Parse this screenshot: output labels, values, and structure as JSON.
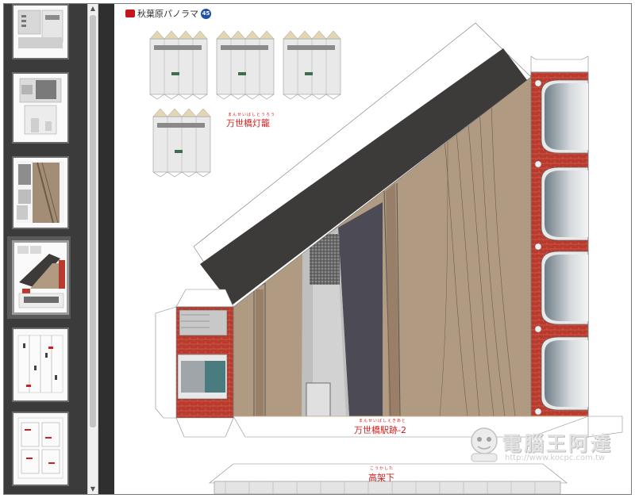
{
  "brand": {
    "title": "秋葉原パノラマ",
    "badge": "45"
  },
  "labels": {
    "lantern": "万世橋灯籠",
    "lantern_ruby": "まんせいばしとうろう",
    "station": "万世橋駅跡-2",
    "station_ruby": "まんせいばしえきあと",
    "elevated": "高架下",
    "elevated_ruby": "こうかした"
  },
  "thumbnails": {
    "count": 6,
    "selected_index": 3
  },
  "watermark": {
    "title": "電腦王阿達",
    "url": "http://www.kocpc.com.tw"
  },
  "colors": {
    "panel_bg": "#3b3b3b",
    "brick": "#b9392c",
    "roof": "#3d3a3a",
    "tan": "#b09a82",
    "label_red": "#d11d1d"
  }
}
